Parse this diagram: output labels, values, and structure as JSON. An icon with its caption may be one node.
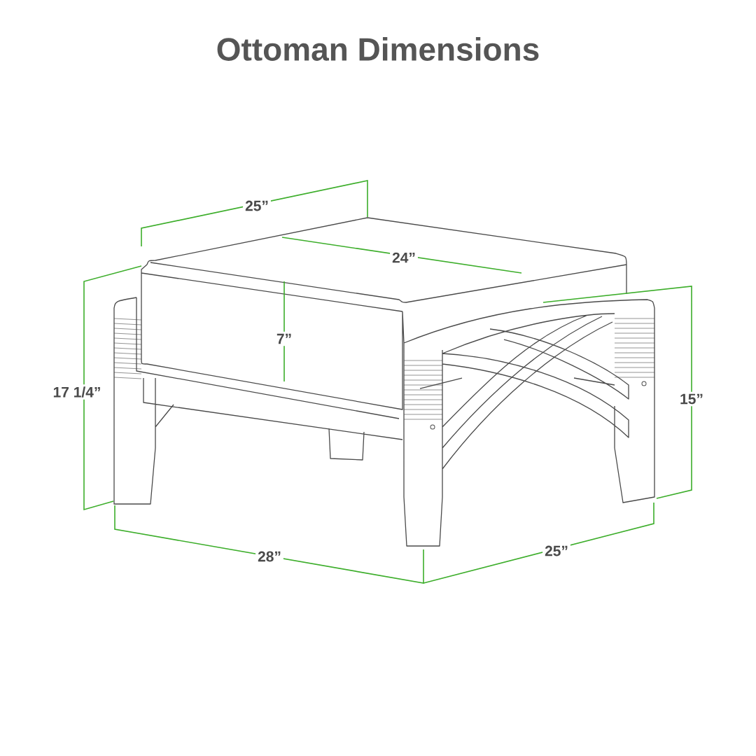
{
  "diagram": {
    "title": "Ottoman Dimensions",
    "labels": [
      "25”",
      "24”",
      "7”",
      "17 1/4”",
      "15”",
      "28”",
      "25”"
    ]
  }
}
